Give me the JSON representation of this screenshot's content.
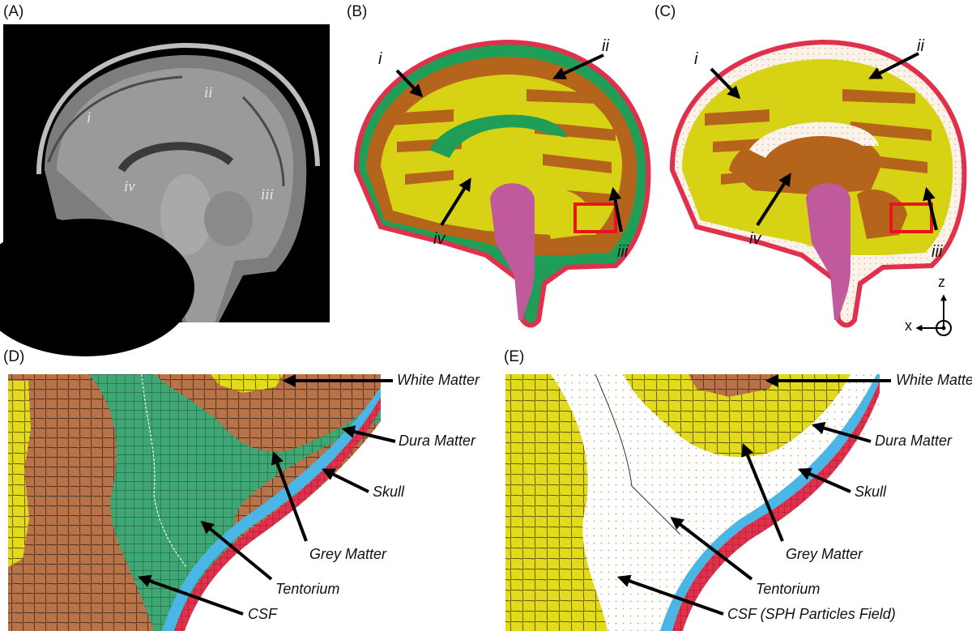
{
  "panels": {
    "a": "(A)",
    "b": "(B)",
    "c": "(C)",
    "d": "(D)",
    "e": "(E)"
  },
  "regions": {
    "i": "i",
    "ii": "ii",
    "iii": "iii",
    "iv": "iv"
  },
  "axes": {
    "z": "z",
    "x": "x"
  },
  "labels_d": {
    "white_matter": "White Matter",
    "dura_matter": "Dura Matter",
    "skull": "Skull",
    "grey_matter": "Grey Matter",
    "tentorium": "Tentorium",
    "csf": "CSF"
  },
  "labels_e": {
    "white_matter": "White Matter",
    "dura_matter": "Dura Matter",
    "skull": "Skull",
    "grey_matter": "Grey Matter",
    "tentorium": "Tentorium",
    "csf": "CSF (SPH Particles Field)"
  },
  "colors": {
    "grey_matter": "#b5641c",
    "white_matter": "#d8d214",
    "csf": "#1f9e57",
    "brainstem": "#c05a9c",
    "skull": "#e0304c",
    "dura": "#49b6e6",
    "highlight_box": "#e8141c",
    "mesh_grey": "#b87348",
    "mesh_csf": "#3fa774"
  }
}
